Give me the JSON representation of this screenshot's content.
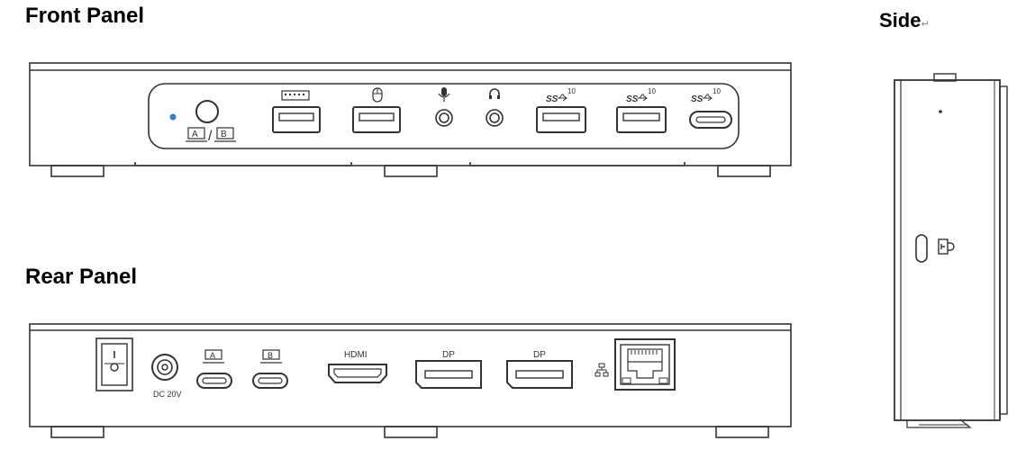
{
  "front": {
    "title": "Front Panel",
    "kvm_a": "A",
    "kvm_slash": "/",
    "kvm_b": "B",
    "usb_c_superscript": "10",
    "usb_a1_superscript": "10",
    "usb_a2_superscript": "10",
    "ss_label": "SS"
  },
  "rear": {
    "title": "Rear Panel",
    "dc_label": "DC 20V",
    "host_a_label": "A",
    "host_b_label": "B",
    "hdmi_label": "HDMI",
    "dp1_label": "DP",
    "dp2_label": "DP"
  },
  "side": {
    "title": "Side",
    "title_mark": "↵"
  },
  "colors": {
    "line": "#333333",
    "led": "#3a7bd5"
  }
}
